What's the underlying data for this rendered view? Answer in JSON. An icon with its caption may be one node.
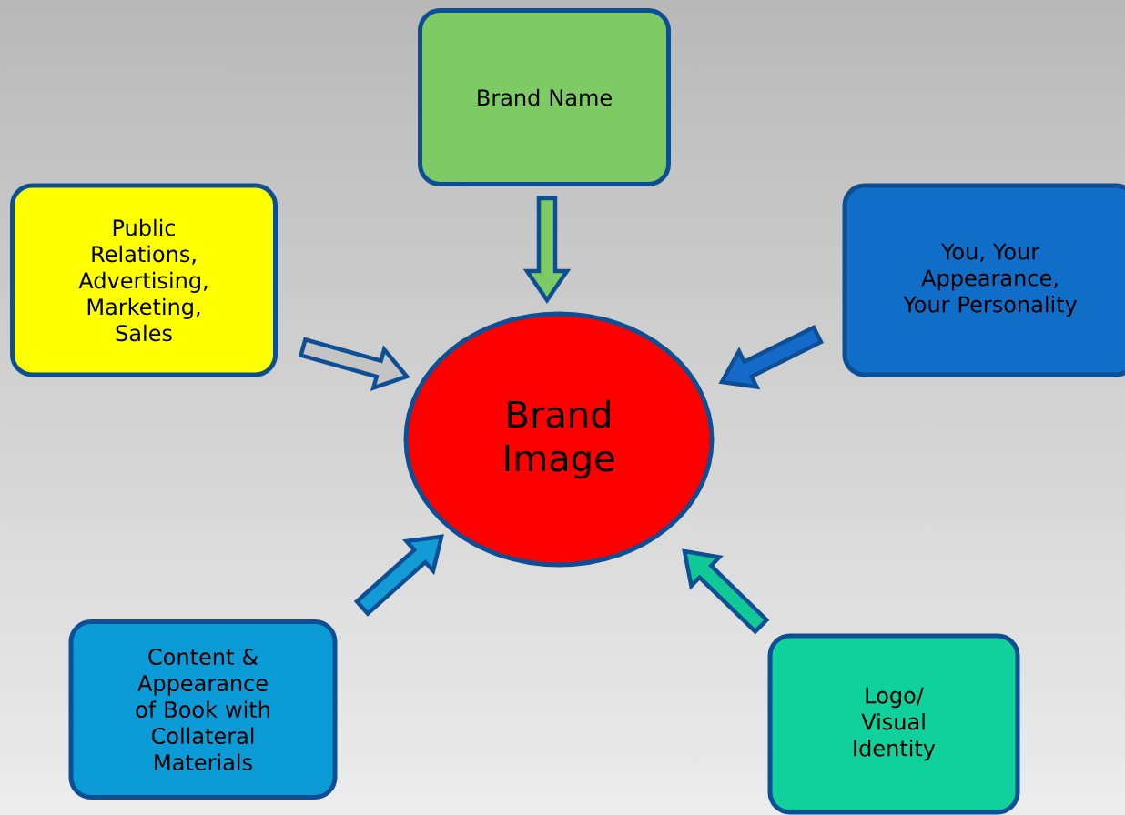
{
  "diagram": {
    "nodes": [
      {
        "text": [
          "Brand Name"
        ]
      },
      {
        "text": [
          "Public Relations, Advertising, Marketing, Sales"
        ]
      },
      {
        "text": [
          "You, Your Appearance, Your Personality"
        ]
      },
      {
        "text": [
          "Brand Image"
        ]
      },
      {
        "text": [
          "Content & Appearance of Book with Collateral Materials"
        ]
      },
      {
        "text": [
          "Logo/ Visual Identity"
        ]
      }
    ],
    "edges": [
      {
        "from": 0,
        "to": 3,
        "arrow": "to",
        "color": "#7ecb65"
      },
      {
        "from": 1,
        "to": 3,
        "arrow": "to",
        "color": "#c4c4c4"
      },
      {
        "from": 2,
        "to": 3,
        "arrow": "to",
        "color": "#1569c8"
      },
      {
        "from": 4,
        "to": 3,
        "arrow": "to",
        "color": "#129bd4"
      },
      {
        "from": 5,
        "to": 3,
        "arrow": "to",
        "color": "#11c897"
      }
    ]
  }
}
